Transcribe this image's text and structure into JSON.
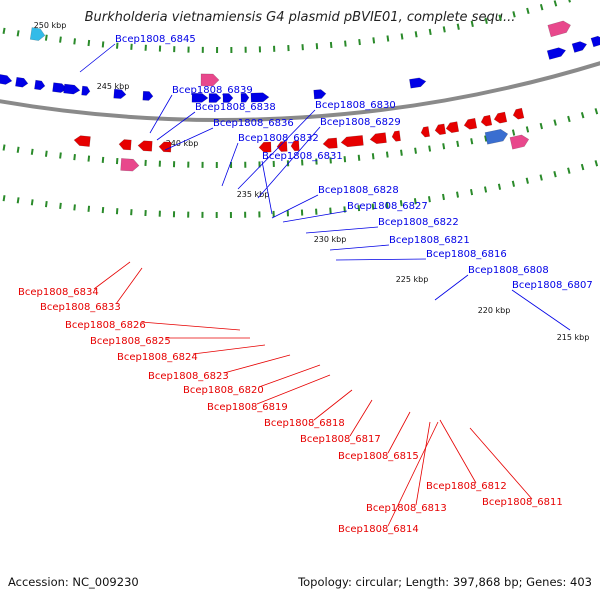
{
  "title": "Burkholderia vietnamiensis G4 plasmid pBVIE01, complete sequ...",
  "footer": {
    "accession": "Accession: NC_009230",
    "summary": "Topology: circular; Length: 397,868 bp; Genes: 403"
  },
  "colors": {
    "backbone": "#8a8a8a",
    "plus_strand": "#0000e6",
    "minus_strand": "#e60000",
    "ticks": "#2a8a2a",
    "rna_pink": "#e8488c",
    "highlight_cyan": "#33bbe8"
  },
  "ruler": [
    "250 kbp",
    "245 kbp",
    "240 kbp",
    "235 kbp",
    "230 kbp",
    "225 kbp",
    "220 kbp",
    "215 kbp"
  ],
  "labels_top": [
    "Bcep1808_6845",
    "Bcep1808_6839",
    "Bcep1808_6838",
    "Bcep1808_6836",
    "Bcep1808_6830",
    "Bcep1808_6829",
    "Bcep1808_6832",
    "Bcep1808_6831",
    "Bcep1808_6828",
    "Bcep1808_6827",
    "Bcep1808_6822",
    "Bcep1808_6821",
    "Bcep1808_6816",
    "Bcep1808_6808",
    "Bcep1808_6807"
  ],
  "labels_bottom": [
    "Bcep1808_6834",
    "Bcep1808_6833",
    "Bcep1808_6826",
    "Bcep1808_6825",
    "Bcep1808_6824",
    "Bcep1808_6823",
    "Bcep1808_6820",
    "Bcep1808_6819",
    "Bcep1808_6818",
    "Bcep1808_6817",
    "Bcep1808_6815",
    "Bcep1808_6812",
    "Bcep1808_6811",
    "Bcep1808_6813",
    "Bcep1808_6814"
  ]
}
